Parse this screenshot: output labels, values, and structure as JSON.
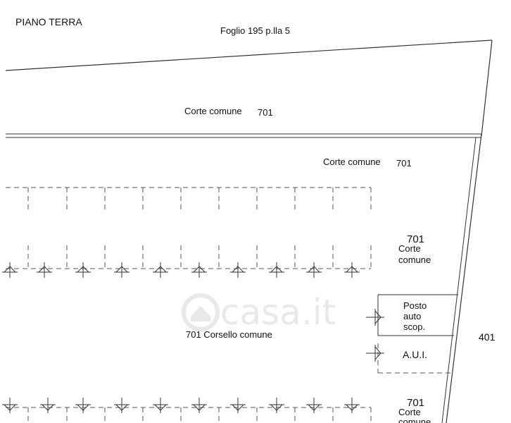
{
  "labels": {
    "floor": "PIANO TERRA",
    "sheet_ref": "Foglio 195 p.lla 5",
    "court_top": "Corte comune",
    "court_top_num": "701",
    "court_mid": "Corte comune",
    "court_mid_num": "701",
    "right_block_num": "701",
    "right_block_line1": "Corte",
    "right_block_line2": "comune",
    "aisle": "701 Corsello comune",
    "posto_line1": "Posto",
    "posto_line2": "auto",
    "posto_line3": "scop.",
    "aui": "A.U.I.",
    "neighbor": "401",
    "bottom_block_num": "701",
    "bottom_block_line1": "Corte",
    "bottom_block_line2": "comune"
  },
  "watermark": "casa.it",
  "colors": {
    "line": "#333333",
    "dash": "#555555",
    "watermark": "#e9e9e9"
  }
}
